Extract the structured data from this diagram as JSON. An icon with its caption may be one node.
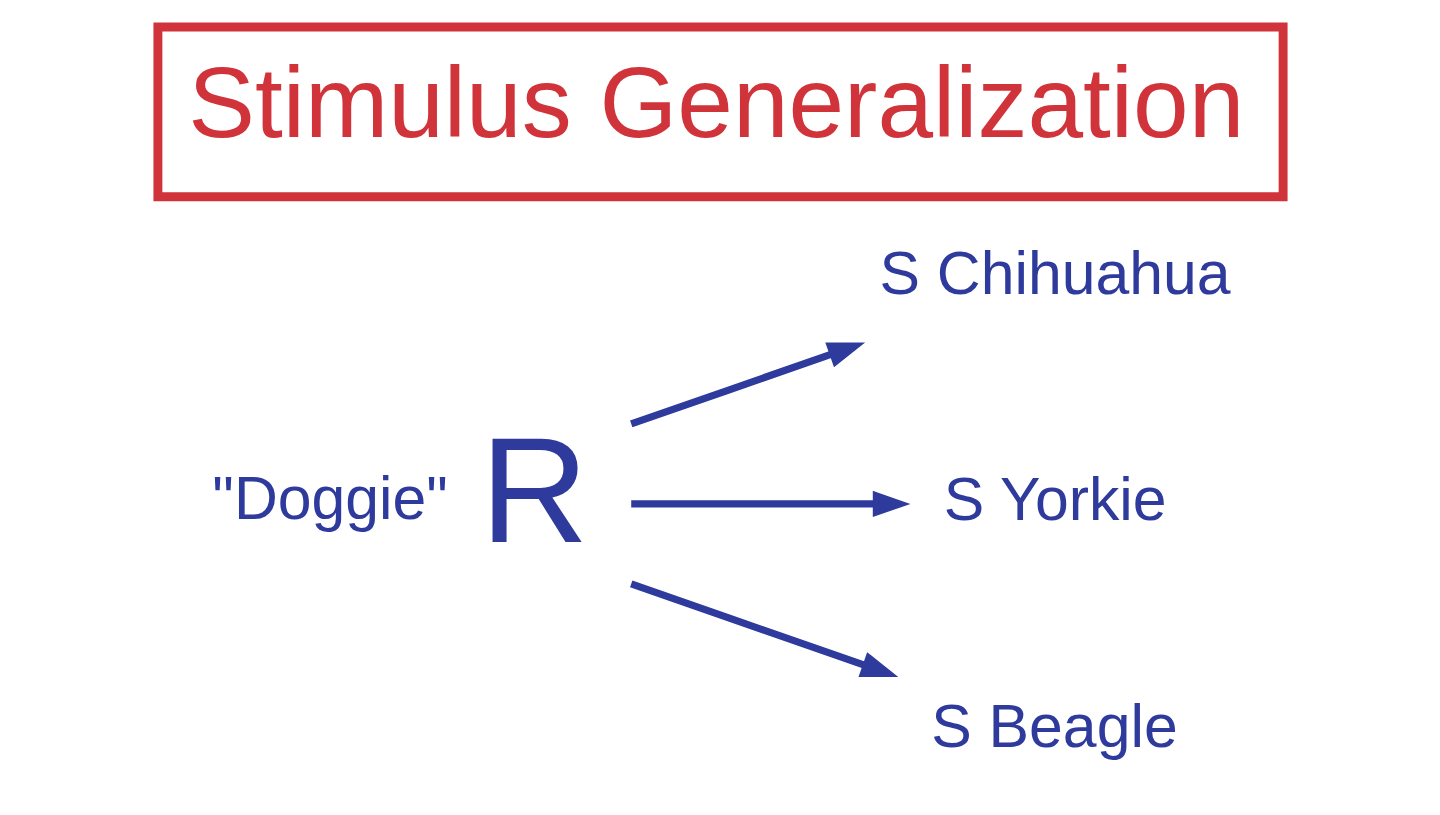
{
  "diagram": {
    "title": "Stimulus Generalization",
    "nodes": [
      {
        "text": [
          "R"
        ],
        "beside": [
          "\"Doggie\""
        ]
      },
      {
        "text": [
          "S Chihuahua"
        ]
      },
      {
        "text": [
          "S Yorkie"
        ]
      },
      {
        "text": [
          "S Beagle"
        ]
      }
    ],
    "edges": [
      {
        "from": 0,
        "to": 1,
        "arrow": "to"
      },
      {
        "from": 0,
        "to": 2,
        "arrow": "to"
      },
      {
        "from": 0,
        "to": 3,
        "arrow": "to"
      }
    ]
  }
}
